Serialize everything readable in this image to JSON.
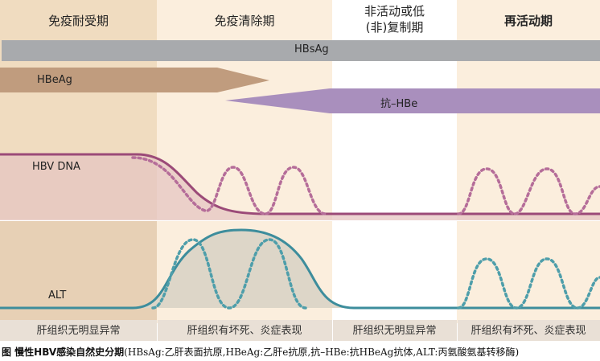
{
  "colors": {
    "phase1_bg": "#f0dcc0",
    "phase1_lower_bg": "#e7d0b5",
    "phase2_bg": "#fbeedd",
    "phase3_bg": "#ffffff",
    "phase4_bg": "#fbeedd",
    "footer_bg": "#e9e0d6",
    "hbsag_bar": "#a8aaad",
    "hbeag_arrow": "#c09c7e",
    "antihbe_arrow": "#a98fbd",
    "hbv_dna_line": "#9b4a78",
    "hbv_dna_dotted": "#b56d99",
    "hbv_dna_fill": "#e6c5c2",
    "alt_line": "#3d8d9c",
    "alt_dotted": "#4e9eaa",
    "alt_fill": "#ddd6c8"
  },
  "phases": [
    {
      "title": "免疫耐受期",
      "footer": "肝组织无明显异常"
    },
    {
      "title": "免疫清除期",
      "footer": "肝组织有坏死、炎症表现"
    },
    {
      "title_line1": "非活动或低",
      "title_line2": "(非)复制期",
      "footer": "肝组织无明显异常"
    },
    {
      "title": "再活动期",
      "footer": "肝组织有坏死、炎症表现"
    }
  ],
  "markers": {
    "hbsag": "HBsAg",
    "hbeag": "HBeAg",
    "anti_hbe": "抗–HBe",
    "hbv_dna": "HBV DNA",
    "alt": "ALT"
  },
  "caption": {
    "lead": "图 慢性HBV感染自然史分期",
    "note": "(HBsAg:乙肝表面抗原,HBeAg:乙肝e抗原,抗–HBe:抗HBeAg抗体,ALT:丙氨酸氨基转移酶)"
  }
}
